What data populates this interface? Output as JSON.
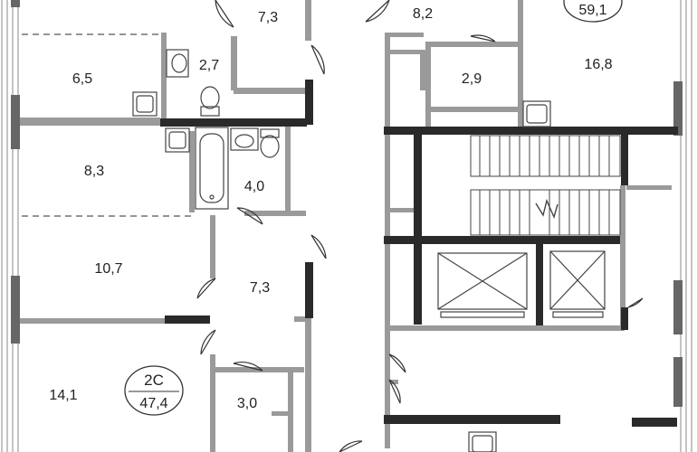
{
  "rooms": [
    {
      "id": "r1",
      "area": "7,3"
    },
    {
      "id": "r2",
      "area": "6,5"
    },
    {
      "id": "r3",
      "area": "2,7"
    },
    {
      "id": "r4",
      "area": "8,3"
    },
    {
      "id": "r5",
      "area": "4,0"
    },
    {
      "id": "r6",
      "area": "10,7"
    },
    {
      "id": "r7",
      "area": "7,3"
    },
    {
      "id": "r8",
      "area": "14,1"
    },
    {
      "id": "r9",
      "area": "3,0"
    },
    {
      "id": "r10",
      "area": "8,2"
    },
    {
      "id": "r11",
      "area": "2,9"
    },
    {
      "id": "r12",
      "area": "16,8"
    }
  ],
  "units": [
    {
      "id": "u1",
      "code": "2С",
      "total": "47,4"
    },
    {
      "id": "u2",
      "total": "59,1"
    }
  ]
}
